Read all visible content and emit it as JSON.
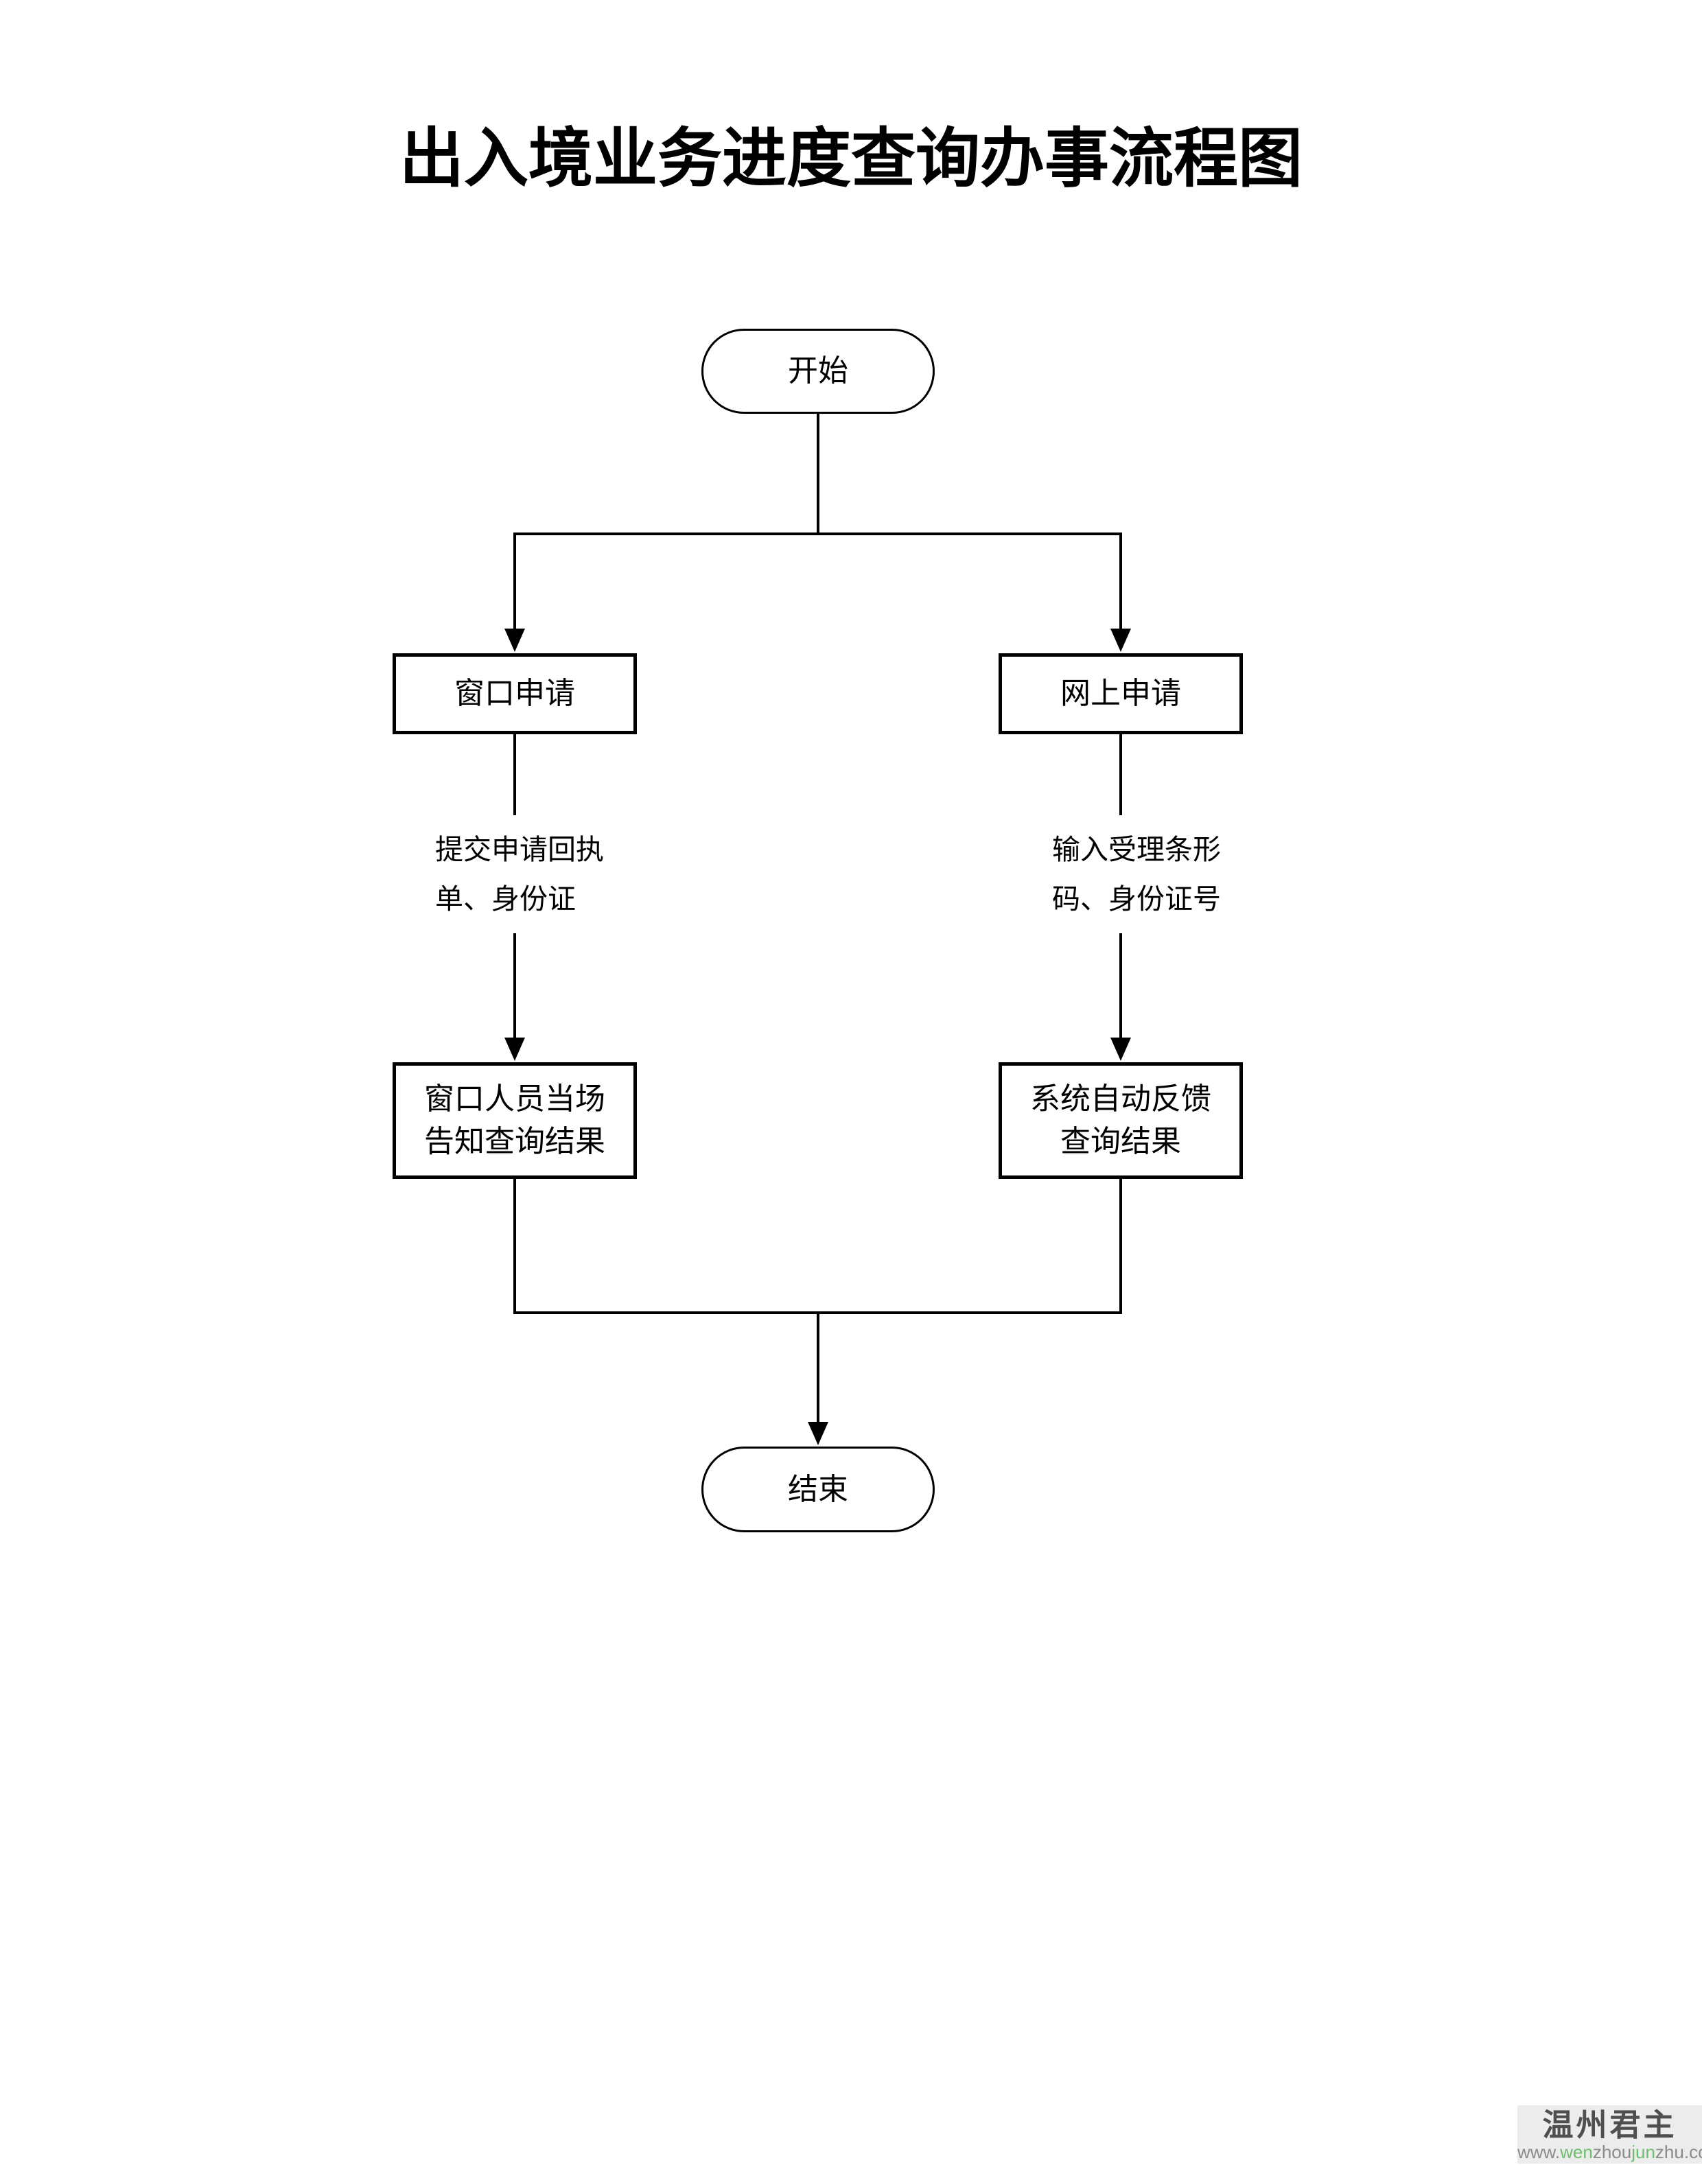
{
  "page": {
    "title": "出入境业务进度查询办事流程图"
  },
  "flowchart": {
    "start_label": "开始",
    "end_label": "结束",
    "window_branch": {
      "apply_label": "窗口申请",
      "edge_label_line1": "提交申请回执",
      "edge_label_line2": "单、身份证",
      "result_label_line1": "窗口人员当场",
      "result_label_line2": "告知查询结果"
    },
    "online_branch": {
      "apply_label": "网上申请",
      "edge_label_line1": "输入受理条形",
      "edge_label_line2": "码、身份证号",
      "result_label_line1": "系统自动反馈",
      "result_label_line2": "查询结果"
    }
  },
  "watermark": {
    "brand": "温州君主",
    "url_segments": [
      {
        "text": "www.",
        "color": "#8b8b8b"
      },
      {
        "text": "wen",
        "color": "#6bbf6e"
      },
      {
        "text": "zhou",
        "color": "#8b8b8b"
      },
      {
        "text": "jun",
        "color": "#6bbf6e"
      },
      {
        "text": "zhu.com",
        "color": "#8b8b8b"
      }
    ]
  },
  "colors": {
    "background": "#ffffff",
    "line": "#000000",
    "node_border": "#000000",
    "watermark_bg": "#ececec",
    "watermark_brand": "#4f4f4f",
    "watermark_gray": "#8b8b8b",
    "watermark_green": "#6bbf6e"
  }
}
